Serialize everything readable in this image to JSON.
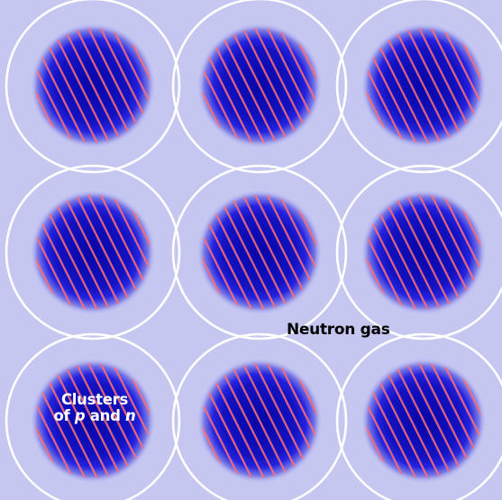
{
  "diagram": {
    "colors": {
      "background": "#c6c7f1",
      "cell_border": "#ffffff",
      "cluster_core": "#0606a8",
      "cluster_mid": "#2323e0",
      "cluster_fade": "#c6c7f1",
      "stripe": "#ff6e76",
      "label_dark": "#000000",
      "label_light": "#ffffff"
    },
    "grid": {
      "rows": 3,
      "columns": 3
    },
    "labels": {
      "neutron_gas": "Neutron gas",
      "clusters_line1": "Clusters",
      "clusters_of": "of ",
      "clusters_p": "p",
      "clusters_and": " and ",
      "clusters_n": "n"
    }
  }
}
